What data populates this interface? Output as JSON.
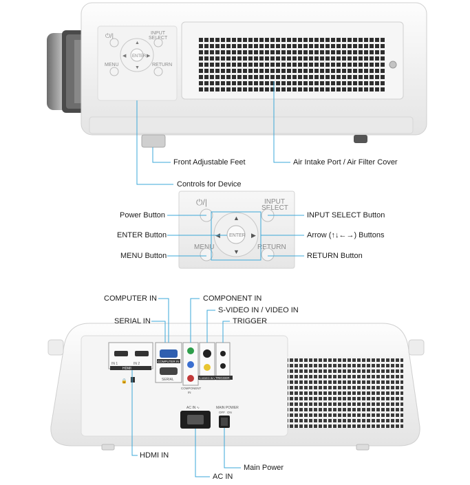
{
  "front_section": {
    "labels": {
      "feet": "Front Adjustable Feet",
      "air_intake": "Air Intake Port / Air Filter Cover",
      "controls": "Controls for Device"
    },
    "panel_text": {
      "power": "⏻/|",
      "input_select_1": "INPUT",
      "input_select_2": "SELECT",
      "menu": "MENU",
      "return": "RETURN",
      "enter": "ENTER"
    }
  },
  "controls_section": {
    "labels": {
      "power": "Power Button",
      "enter": "ENTER Button",
      "menu": "MENU Button",
      "input_select": "INPUT SELECT Button",
      "arrow": "Arrow (↑↓←→) Buttons",
      "return": "RETURN Button"
    },
    "panel_text": {
      "power": "⏻/|",
      "input_select_1": "INPUT",
      "input_select_2": "SELECT",
      "menu": "MENU",
      "return": "RETURN",
      "enter": "ENTER"
    }
  },
  "rear_section": {
    "labels": {
      "computer_in": "COMPUTER IN",
      "component_in": "COMPONENT IN",
      "svideo_in": "S-VIDEO IN / VIDEO IN",
      "serial_in": "SERIAL IN",
      "trigger": "TRIGGER",
      "hdmi_in": "HDMI IN",
      "ac_in": "AC IN",
      "main_power": "Main Power"
    },
    "panel_text": {
      "in1": "IN 1",
      "in2": "IN 2",
      "hdmi": "HDMI",
      "computer_in": "COMPUTER IN",
      "serial": "SERIAL",
      "component_1": "COMPONENT",
      "component_2": "IN",
      "svideo": "S-VIDEO IN VIDEO IN",
      "trigger": "TRIGGER",
      "ac_in": "AC IN ∿",
      "main_power": "MAIN POWER",
      "off": "OFF",
      "on": "ON"
    }
  },
  "colors": {
    "leader_line": "#3aa7d8",
    "body": "#f2f2f2",
    "vent": "#2a2a2a"
  }
}
